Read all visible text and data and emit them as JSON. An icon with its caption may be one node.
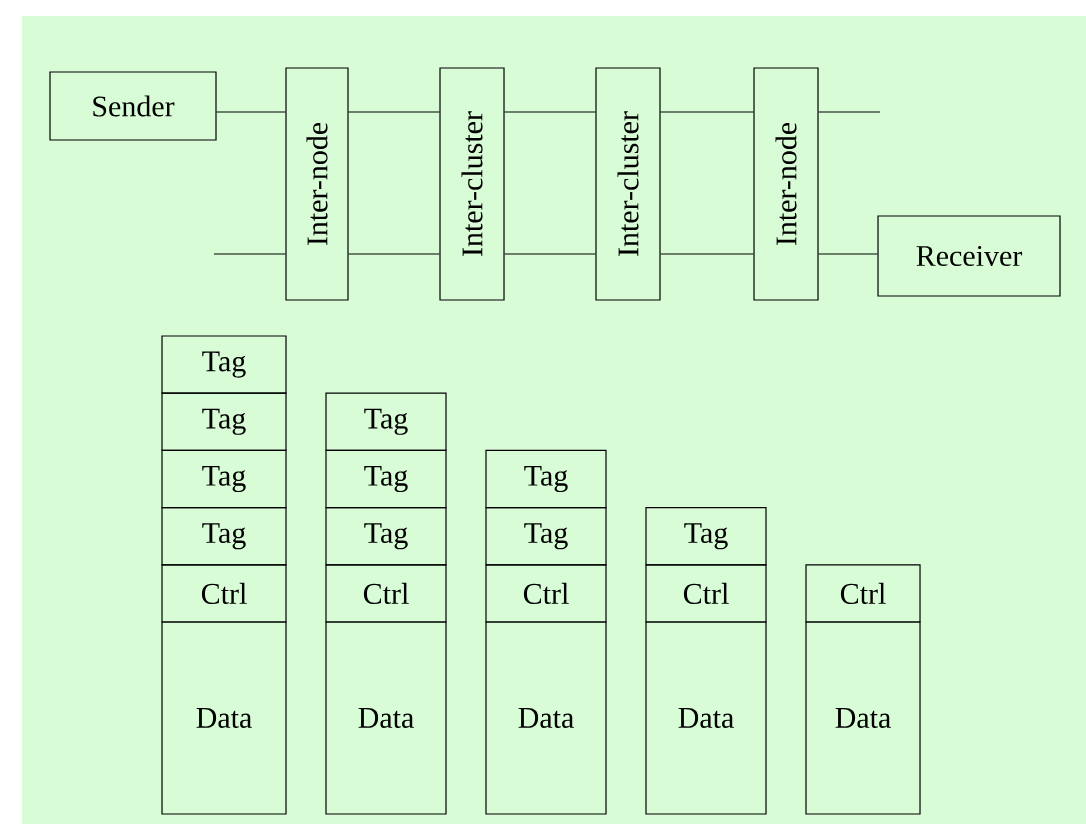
{
  "diagram": {
    "nodes": [
      {
        "text": [
          "Sender"
        ]
      },
      {
        "text": [
          "Inter-node"
        ]
      },
      {
        "text": [
          "Inter-cluster"
        ]
      },
      {
        "text": [
          "Inter-cluster"
        ]
      },
      {
        "text": [
          "Inter-node"
        ]
      },
      {
        "text": [
          "Receiver"
        ]
      },
      {
        "text": [
          "Tag"
        ]
      },
      {
        "text": [
          "Tag"
        ]
      },
      {
        "text": [
          "Tag"
        ]
      },
      {
        "text": [
          "Tag"
        ]
      },
      {
        "text": [
          "Ctrl"
        ]
      },
      {
        "text": [
          "Data"
        ]
      },
      {
        "text": [
          "Tag"
        ]
      },
      {
        "text": [
          "Tag"
        ]
      },
      {
        "text": [
          "Tag"
        ]
      },
      {
        "text": [
          "Ctrl"
        ]
      },
      {
        "text": [
          "Data"
        ]
      },
      {
        "text": [
          "Tag"
        ]
      },
      {
        "text": [
          "Tag"
        ]
      },
      {
        "text": [
          "Ctrl"
        ]
      },
      {
        "text": [
          "Data"
        ]
      },
      {
        "text": [
          "Tag"
        ]
      },
      {
        "text": [
          "Ctrl"
        ]
      },
      {
        "text": [
          "Data"
        ]
      },
      {
        "text": [
          "Ctrl"
        ]
      },
      {
        "text": [
          "Data"
        ]
      }
    ],
    "edges": [
      {
        "from": 0,
        "to": 1,
        "arrow": "none"
      },
      {
        "from": null,
        "to": 1,
        "arrow": "none"
      },
      {
        "from": 1,
        "to": 2,
        "arrow": "none"
      },
      {
        "from": 1,
        "to": 2,
        "arrow": "none"
      },
      {
        "from": 2,
        "to": 3,
        "arrow": "none"
      },
      {
        "from": 2,
        "to": 3,
        "arrow": "none"
      },
      {
        "from": 3,
        "to": 4,
        "arrow": "none"
      },
      {
        "from": 3,
        "to": 4,
        "arrow": "none"
      },
      {
        "from": 4,
        "to": null,
        "arrow": "none"
      },
      {
        "from": 4,
        "to": 5,
        "arrow": "none"
      }
    ]
  }
}
